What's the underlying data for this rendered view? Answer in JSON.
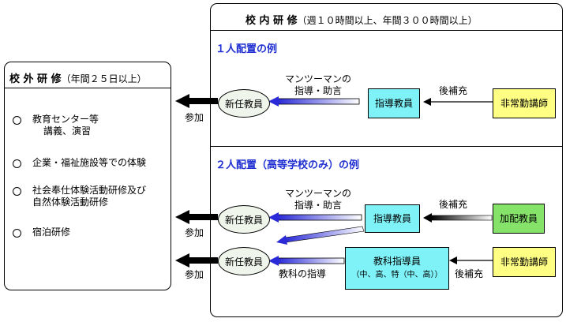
{
  "outside": {
    "title": "校 外 研 修",
    "title_sub": "（年間２５日以上）",
    "items": [
      {
        "line1": "教育センター等",
        "line2": "講義、演習"
      },
      {
        "line1": "企業・福祉施設等での体験",
        "line2": ""
      },
      {
        "line1": "社会奉仕体験活動研修及び",
        "line2": "自然体験活動研修"
      },
      {
        "line1": "宿泊研修",
        "line2": ""
      }
    ]
  },
  "inside": {
    "title": "校 内 研 修",
    "title_sub": "（週１０時間以上、年間３００時間以上）",
    "section1": {
      "heading": "１人配置の例",
      "new_teacher": "新任教員",
      "mentor_label_1": "マンツーマンの",
      "mentor_label_2": "指導・助言",
      "guide_teacher": "指導教員",
      "backfill_label": "後補充",
      "part_time": "非常勤講師",
      "join_label": "参加"
    },
    "section2": {
      "heading": "２人配置（高等学校のみ）の例",
      "new_teacher_a": "新任教員",
      "mentor_label_1": "マンツーマンの",
      "mentor_label_2": "指導・助言",
      "guide_teacher": "指導教員",
      "backfill_label_1": "後補充",
      "added_teacher": "加配教員",
      "join_label_a": "参加",
      "new_teacher_b": "新任教員",
      "subject_label": "教科の指導",
      "subject_guide_1": "教科指導員",
      "subject_guide_2": "（中、高、特（中、高））",
      "backfill_label_2": "後補充",
      "part_time": "非常勤講師",
      "join_label_b": "参加"
    }
  },
  "colors": {
    "cyan": "#7ff2f7",
    "yellow": "#ffff84",
    "green": "#86e36a",
    "heading_blue": "#1f2fd1"
  }
}
